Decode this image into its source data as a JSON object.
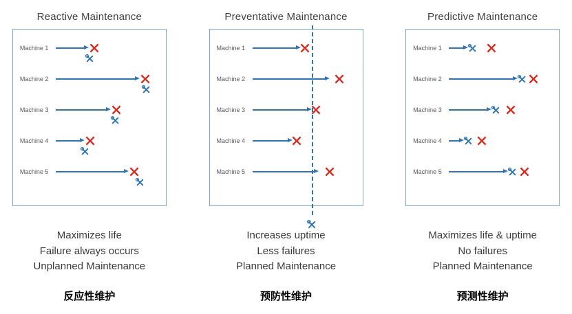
{
  "panels": [
    {
      "title": "Reactive Maintenance",
      "machines": [
        "Machine 1",
        "Machine 2",
        "Machine 3",
        "Machine 4",
        "Machine 5"
      ],
      "lines": [
        "Maximizes life",
        "Failure always occurs",
        "Unplanned Maintenance"
      ],
      "chinese": "反应性维护"
    },
    {
      "title": "Preventative Maintenance",
      "machines": [
        "Machine 1",
        "Machine 2",
        "Machine 3",
        "Machine 4",
        "Machine 5"
      ],
      "lines": [
        "Increases uptime",
        "Less failures",
        "Planned Maintenance"
      ],
      "chinese": "预防性维护"
    },
    {
      "title": "Predictive Maintenance",
      "machines": [
        "Machine 1",
        "Machine 2",
        "Machine 3",
        "Machine 4",
        "Machine 5"
      ],
      "lines": [
        "Maximizes life & uptime",
        "No failures",
        "Planned Maintenance"
      ],
      "chinese": "预测性维护"
    }
  ],
  "icons": {
    "failure": "red-x-cross",
    "maintenance": "blue-crossed-tools",
    "timeline": "right-arrow",
    "schedule": "vertical-dashed-line"
  },
  "colors": {
    "accent_blue": "#2e74b5",
    "failure_red": "#d62b1f",
    "box_border": "#7ba7d4",
    "text_gray": "#3a3a3a"
  }
}
